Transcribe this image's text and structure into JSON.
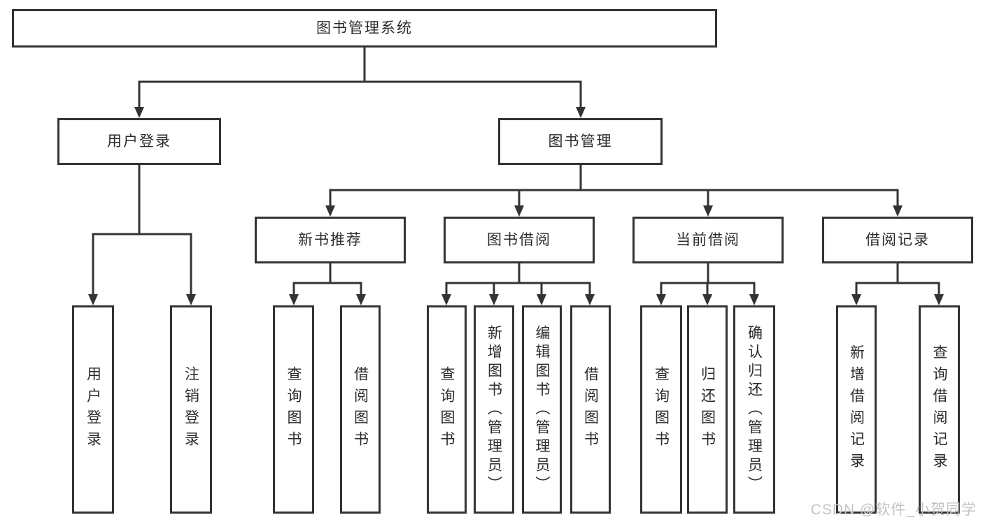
{
  "diagram": {
    "root": {
      "label": "图书管理系统"
    },
    "level2": {
      "user_login": {
        "label": "用户登录"
      },
      "book_management": {
        "label": "图书管理"
      }
    },
    "level3": {
      "new_book_recommend": {
        "label": "新书推荐"
      },
      "book_borrowing": {
        "label": "图书借阅"
      },
      "current_borrowing": {
        "label": "当前借阅"
      },
      "borrowing_records": {
        "label": "借阅记录"
      }
    },
    "level4": {
      "login": {
        "label": "用户登录"
      },
      "logout": {
        "label": "注销登录"
      },
      "nbr_query_books": {
        "label": "查询图书"
      },
      "nbr_borrow_books": {
        "label": "借阅图书"
      },
      "bb_query_books": {
        "label": "查询图书"
      },
      "bb_add_books": {
        "label": "新增图书（管理员）"
      },
      "bb_edit_books": {
        "label": "编辑图书（管理员）"
      },
      "bb_borrow_books": {
        "label": "借阅图书"
      },
      "cb_query_books": {
        "label": "查询图书"
      },
      "cb_return_books": {
        "label": "归还图书"
      },
      "cb_confirm_return": {
        "label": "确认归还（管理员）"
      },
      "br_new_record": {
        "label": "新增借阅记录"
      },
      "br_query_record": {
        "label": "查询借阅记录"
      }
    },
    "edges": [
      [
        "root",
        "user_login"
      ],
      [
        "root",
        "book_management"
      ],
      [
        "user_login",
        "login"
      ],
      [
        "user_login",
        "logout"
      ],
      [
        "book_management",
        "new_book_recommend"
      ],
      [
        "book_management",
        "book_borrowing"
      ],
      [
        "book_management",
        "current_borrowing"
      ],
      [
        "book_management",
        "borrowing_records"
      ],
      [
        "new_book_recommend",
        "nbr_query_books"
      ],
      [
        "new_book_recommend",
        "nbr_borrow_books"
      ],
      [
        "book_borrowing",
        "bb_query_books"
      ],
      [
        "book_borrowing",
        "bb_add_books"
      ],
      [
        "book_borrowing",
        "bb_edit_books"
      ],
      [
        "book_borrowing",
        "bb_borrow_books"
      ],
      [
        "current_borrowing",
        "cb_query_books"
      ],
      [
        "current_borrowing",
        "cb_return_books"
      ],
      [
        "current_borrowing",
        "cb_confirm_return"
      ],
      [
        "borrowing_records",
        "br_new_record"
      ],
      [
        "borrowing_records",
        "br_query_record"
      ]
    ]
  },
  "watermark": {
    "text": "CSDN @软件_小贺同学"
  },
  "colors": {
    "line": "#333333",
    "text": "#2b2b2b",
    "watermark": "#c3c3c3",
    "background": "#ffffff"
  }
}
